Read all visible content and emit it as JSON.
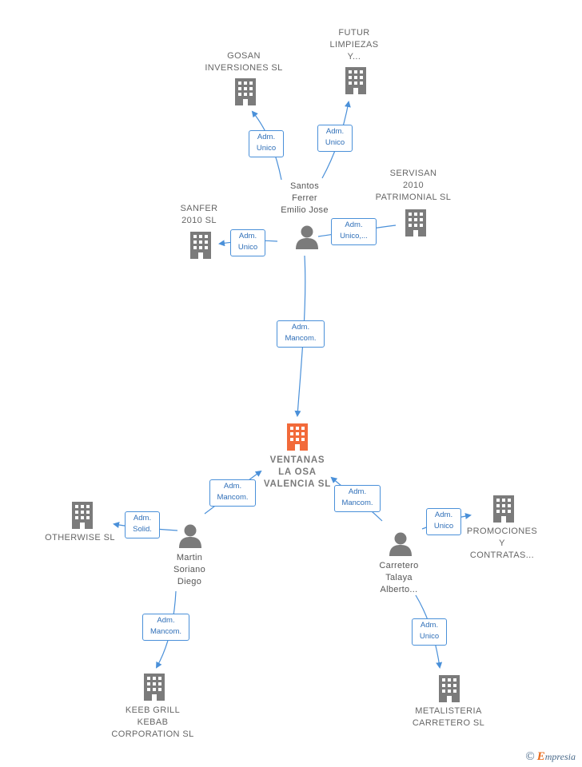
{
  "colors": {
    "edge": "#4a90d9",
    "building": "#7b7b7b",
    "main_building": "#f26a3a",
    "person": "#7b7b7b"
  },
  "companies": {
    "main": "VENTANAS\nLA OSA\nVALENCIA  SL",
    "gosan": "GOSAN\nINVERSIONES SL",
    "futur": "FUTUR\nLIMPIEZAS\nY...",
    "servisan": "SERVISAN\n2010\nPATRIMONIAL SL",
    "sanfer": "SANFER\n2010 SL",
    "otherwise": "OTHERWISE SL",
    "promociones": "PROMOCIONES\nY\nCONTRATAS...",
    "keeb": "KEEB GRILL\nKEBAB\nCORPORATION SL",
    "metalisteria": "METALISTERIA\nCARRETERO SL"
  },
  "persons": {
    "santos": "Santos\nFerrer\nEmilio Jose",
    "martin": "Martin\nSoriano\nDiego",
    "carretero": "Carretero\nTalaya\nAlberto..."
  },
  "edges": {
    "santos_gosan": "Adm.\nUnico",
    "santos_futur": "Adm.\nUnico",
    "santos_sanfer": "Adm.\nUnico",
    "santos_servisan": "Adm.\nUnico,...",
    "santos_main": "Adm.\nMancom.",
    "martin_main": "Adm.\nMancom.",
    "martin_otherwise": "Adm.\nSolid.",
    "martin_keeb": "Adm.\nMancom.",
    "carretero_main": "Adm.\nMancom.",
    "carretero_promociones": "Adm.\nUnico",
    "carretero_metalisteria": "Adm.\nUnico"
  },
  "footer": {
    "copyright_symbol": "©",
    "brand_initial": "E",
    "brand_rest": "mpresia"
  }
}
